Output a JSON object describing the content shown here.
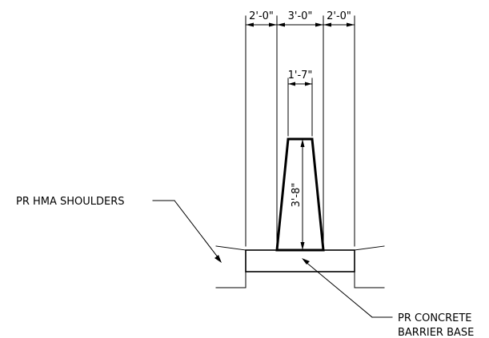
{
  "dimensions": {
    "left_shoulder": "2'-0\"",
    "barrier_base_width": "3'-0\"",
    "right_shoulder": "2'-0\"",
    "barrier_top_width": "1'-7\"",
    "barrier_height": "3'-8\""
  },
  "callouts": {
    "shoulders": "PR HMA SHOULDERS",
    "base_line1": "PR CONCRETE",
    "base_line2": "BARRIER BASE"
  }
}
